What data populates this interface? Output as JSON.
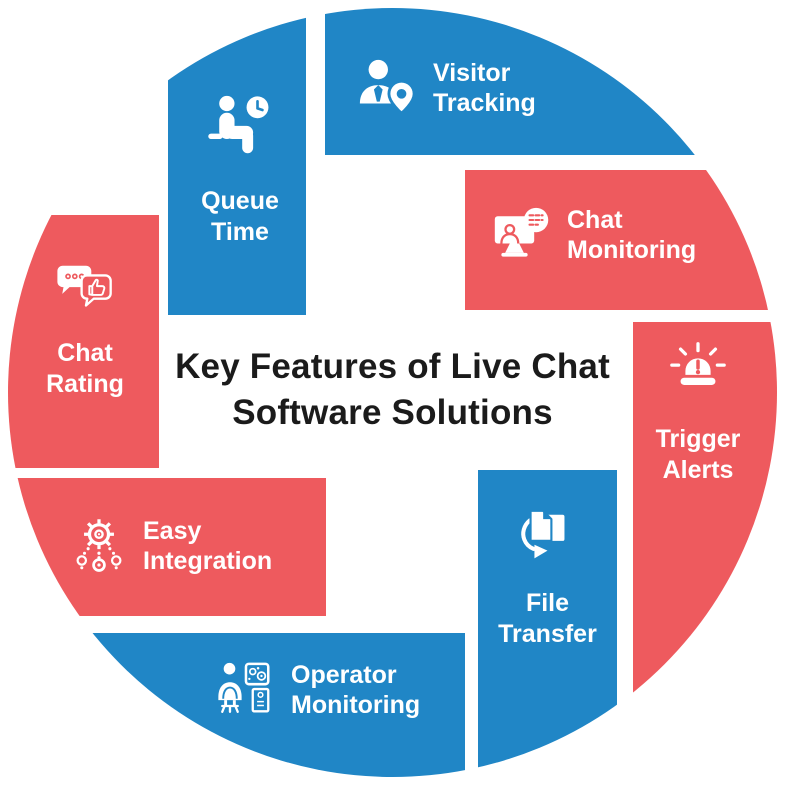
{
  "title": {
    "line1": "Key Features of Live Chat",
    "line2": "Software Solutions",
    "color": "#1b1b1b"
  },
  "palette": {
    "blue": "#2086C6",
    "red": "#EE5A5E",
    "label_text": "#FFFFFF",
    "background": "#FFFFFF"
  },
  "segments": [
    {
      "id": "visitor-tracking",
      "label_line1": "Visitor",
      "label_line2": "Tracking",
      "color": "#2086C6",
      "icon": "visitor-tracking-icon"
    },
    {
      "id": "chat-monitoring",
      "label_line1": "Chat",
      "label_line2": "Monitoring",
      "color": "#EE5A5E",
      "icon": "chat-monitoring-icon"
    },
    {
      "id": "trigger-alerts",
      "label_line1": "Trigger",
      "label_line2": "Alerts",
      "color": "#EE5A5E",
      "icon": "siren-alert-icon"
    },
    {
      "id": "file-transfer",
      "label_line1": "File",
      "label_line2": "Transfer",
      "color": "#2086C6",
      "icon": "file-transfer-icon"
    },
    {
      "id": "operator-monitoring",
      "label_line1": "Operator",
      "label_line2": "Monitoring",
      "color": "#2086C6",
      "icon": "operator-monitoring-icon"
    },
    {
      "id": "easy-integration",
      "label_line1": "Easy",
      "label_line2": "Integration",
      "color": "#EE5A5E",
      "icon": "gear-integration-icon"
    },
    {
      "id": "chat-rating",
      "label_line1": "Chat",
      "label_line2": "Rating",
      "color": "#EE5A5E",
      "icon": "chat-thumbs-up-icon"
    },
    {
      "id": "queue-time",
      "label_line1": "Queue",
      "label_line2": "Time",
      "color": "#2086C6",
      "icon": "waiting-clock-icon"
    }
  ]
}
